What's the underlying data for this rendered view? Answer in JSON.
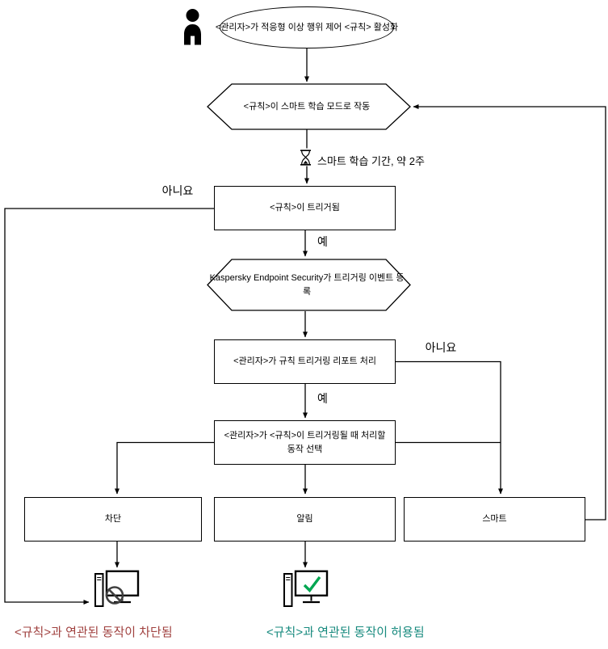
{
  "diagram": {
    "nodes": {
      "start": {
        "label": "<관리자>가 적응형 이상 행위 제어 <규칙> 활성화"
      },
      "smart_mode": {
        "label": "<규칙>이 스마트 학습 모드로 작동"
      },
      "rule_triggered": {
        "label": "<규칙>이 트리거됨"
      },
      "event_registered": {
        "label": "Kaspersky Endpoint Security가 트리거링 이벤트 등록"
      },
      "admin_report": {
        "label": "<관리자>가 규칙 트리거링 리포트 처리"
      },
      "admin_action": {
        "label": "<관리자>가 <규칙>이 트리거링될 때 처리할 동작 선택"
      },
      "block": {
        "label": "차단"
      },
      "notify": {
        "label": "알림"
      },
      "smart": {
        "label": "스마트"
      }
    },
    "annotations": {
      "training_period": {
        "label": "스마트 학습 기간, 약 2주",
        "icon": "hourglass-icon"
      }
    },
    "edge_labels": {
      "no_after_trigger": "아니요",
      "yes_after_trigger": "예",
      "no_after_report": "아니요",
      "yes_after_report": "예"
    },
    "outcomes": {
      "blocked": {
        "label": "<규칙>과 연관된 동작이 차단됨",
        "color": "#a0413f",
        "icon": "blocked-computer-icon"
      },
      "allowed": {
        "label": "<규칙>과 연관된 동작이 허용됨",
        "color": "#178a7e",
        "icon": "allowed-computer-icon"
      }
    },
    "colors": {
      "line": "#000000",
      "check": "#00a651",
      "prohibition": "#3f3f3f"
    },
    "icons": {
      "admin": "person-icon"
    }
  }
}
